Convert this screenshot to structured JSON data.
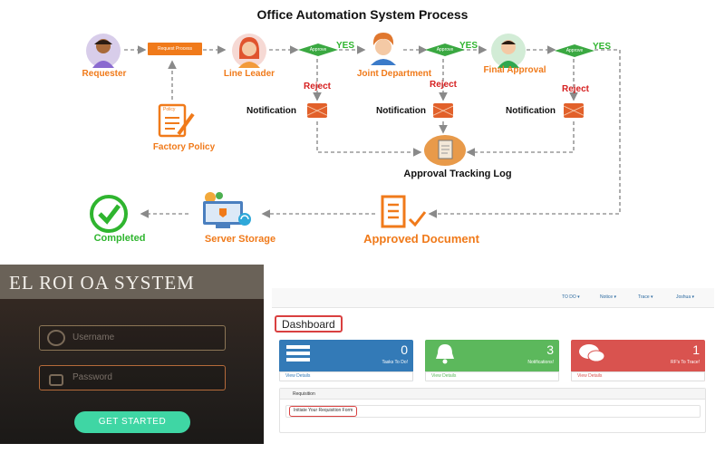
{
  "diagram": {
    "title": "Office Automation System Process",
    "nodes": {
      "requester": "Requester",
      "request_process": "Request Process",
      "line_leader": "Line Leader",
      "joint_department": "Joint Department",
      "final_approval": "Final Approval",
      "factory_policy": "Factory Policy",
      "policy_doc": "Policy",
      "approval_tracking_log": "Approval Tracking Log",
      "approved_document": "Approved Document",
      "server_storage": "Server Storage",
      "completed": "Completed"
    },
    "decision_label": "Approve",
    "yes_label": "YES",
    "reject_label": "Reject",
    "notification_label": "Notification"
  },
  "login": {
    "title": "EL ROI OA SYSTEM",
    "username_placeholder": "Username",
    "password_placeholder": "Password",
    "button_label": "GET STARTED"
  },
  "dashboard": {
    "nav": [
      "TO DO ▾",
      "Notice ▾",
      "Trace ▾",
      "Joshua ▾"
    ],
    "title": "Dashboard",
    "cards": [
      {
        "value": "0",
        "label": "Tasks To Do!",
        "footer": "View Details",
        "color": "#337ab7"
      },
      {
        "value": "3",
        "label": "Notifications!",
        "footer": "View Details",
        "color": "#5cb85c"
      },
      {
        "value": "1",
        "label": "RF's To Trace!",
        "footer": "View Details",
        "color": "#d9534f"
      }
    ],
    "requisition_header": "Requisition",
    "initiate_button": "Initiate Your Requisition Form"
  },
  "colors": {
    "orange": "#f07a1a",
    "green": "#3aa841",
    "red": "#d62020",
    "arrow": "#9a9a9a"
  }
}
